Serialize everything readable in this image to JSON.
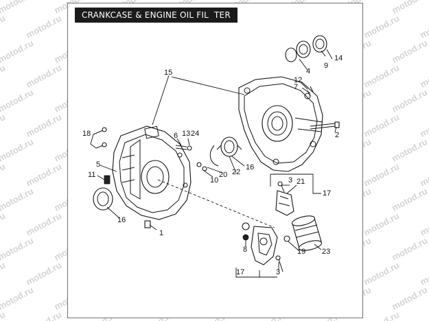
{
  "title": "CRANKCASE & ENGINE OIL FIL  TER",
  "watermark": "motod.ru",
  "callouts": {
    "c1": "1",
    "c2": "2",
    "c3a": "3",
    "c3b": "3",
    "c4": "4",
    "c5": "5",
    "c6": "6",
    "c7": "7",
    "c8": "8",
    "c9": "9",
    "c10": "10",
    "c11": "11",
    "c12": "12",
    "c13": "13",
    "c14": "14",
    "c15": "15",
    "c16a": "16",
    "c16b": "16",
    "c17a": "17",
    "c17b": "17",
    "c18": "18",
    "c19": "19",
    "c20": "20",
    "c21": "21",
    "c22": "22",
    "c23": "23",
    "c24": "24"
  }
}
